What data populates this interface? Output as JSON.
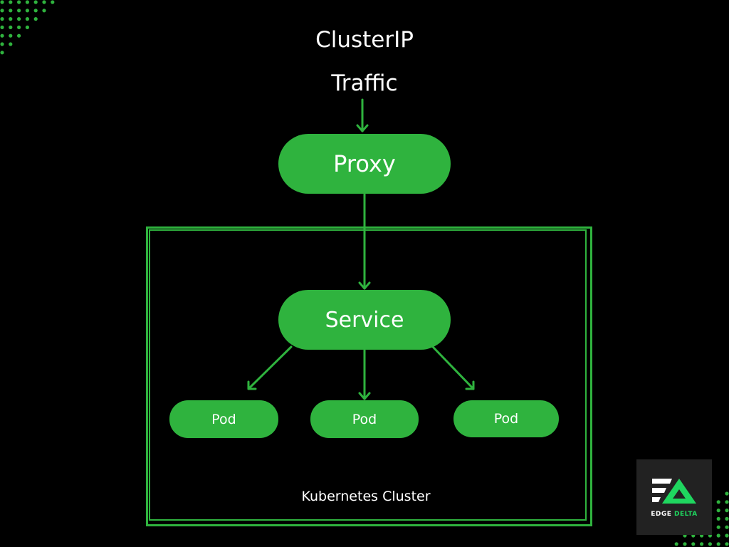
{
  "diagram": {
    "title": "ClusterIP",
    "traffic_label": "Traffic",
    "proxy_label": "Proxy",
    "service_label": "Service",
    "pods": [
      {
        "label": "Pod"
      },
      {
        "label": "Pod"
      },
      {
        "label": "Pod"
      }
    ],
    "cluster_label": "Kubernetes Cluster"
  },
  "logo": {
    "word1": "EDGE",
    "word2": "DELTA"
  },
  "colors": {
    "accent": "#2fb33e",
    "logo_green": "#1fd65f",
    "background": "#000000"
  }
}
